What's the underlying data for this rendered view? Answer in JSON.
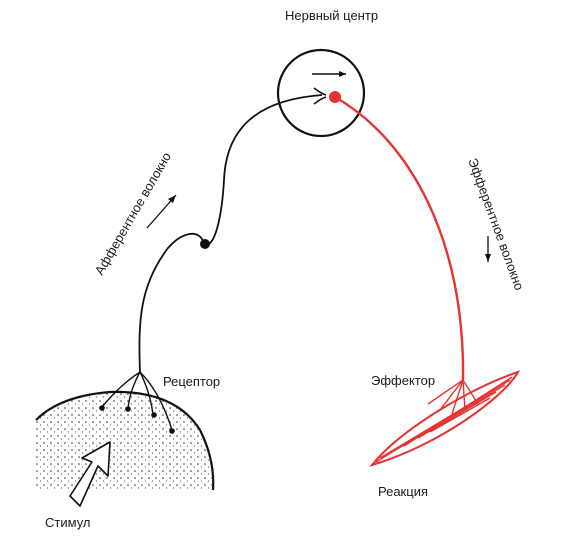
{
  "labels": {
    "nerve_center": "Нервный центр",
    "afferent_fiber": "Афферентное волокно",
    "efferent_fiber": "Эфферентное волокно",
    "receptor": "Рецептор",
    "effector": "Эффектор",
    "reaction": "Реакция",
    "stimulus": "Стимул"
  },
  "colors": {
    "afferent": "#111111",
    "efferent": "#e63232",
    "text": "#1a1a1a"
  }
}
